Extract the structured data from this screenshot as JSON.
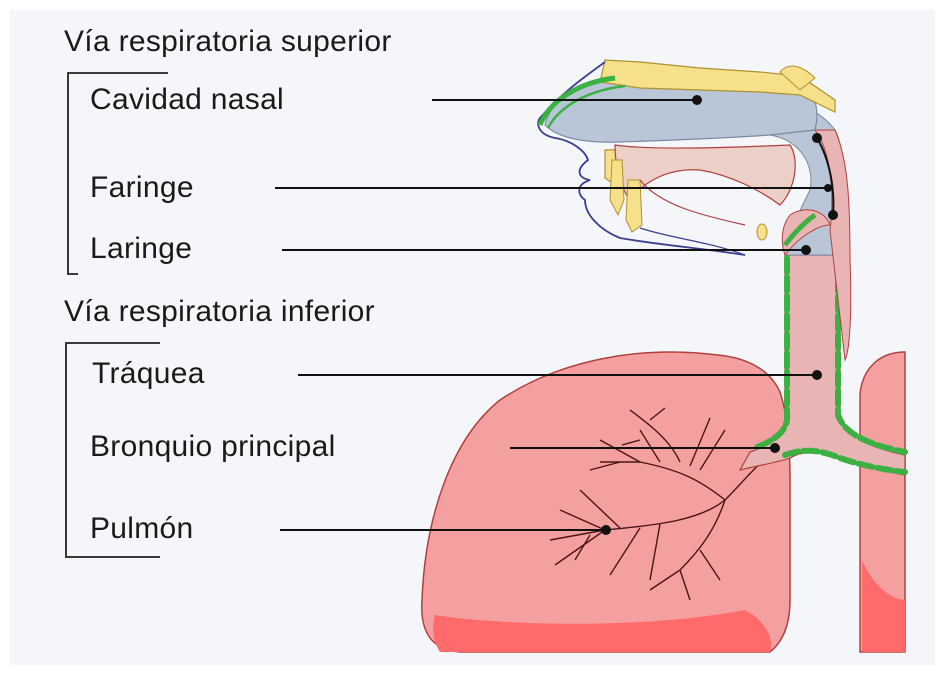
{
  "upper_airway": {
    "title": "Vía respiratoria superior",
    "labels": [
      "Cavidad nasal",
      "Faringe",
      "Laringe"
    ]
  },
  "lower_airway": {
    "title": "Vía respiratoria inferior",
    "labels": [
      "Tráquea",
      "Bronquio principal",
      "Pulmón"
    ]
  },
  "colors": {
    "background": "#f5f6fa",
    "lung_fill": "#f5a0a0",
    "lung_dark": "#ff6b6b",
    "trachea": "#e8b4b4",
    "nasal_cavity": "#b8c6d8",
    "bone": "#f6e08a",
    "mucosa_green": "#3cb043",
    "skin_outline": "#3a3f8f"
  }
}
